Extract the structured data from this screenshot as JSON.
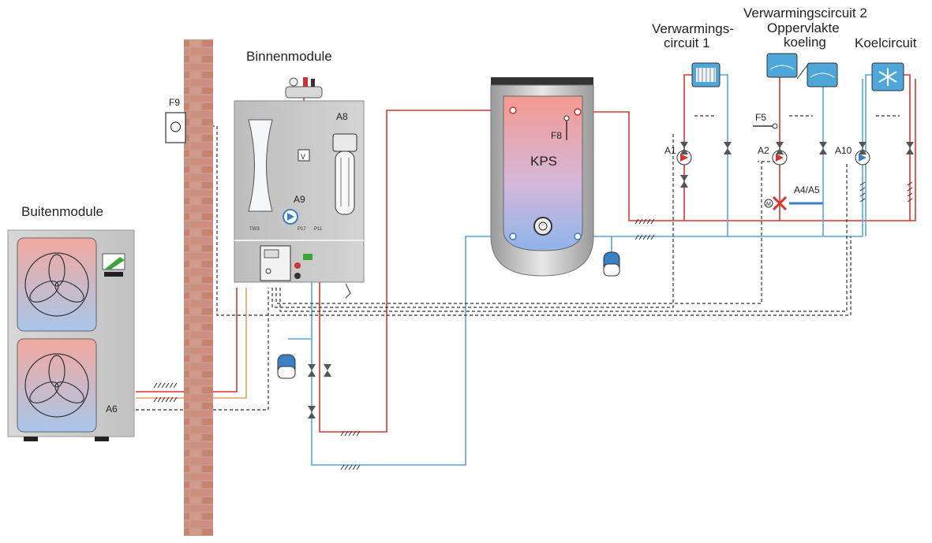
{
  "labels": {
    "buitenmodule": "Buitenmodule",
    "binnenmodule": "Binnenmodule",
    "f9": "F9",
    "a8": "A8",
    "a9": "A9",
    "a6": "A6",
    "kps": "KPS",
    "f8": "F8",
    "f5": "F5",
    "a1": "A1",
    "a2": "A2",
    "a10": "A10",
    "a4a5": "A4/A5",
    "vc1_line1": "Verwarmings-",
    "vc1_line2": "circuit 1",
    "vc2_line1": "Verwarmingscircuit 2",
    "vc2_line2": "Oppervlakte",
    "vc2_line3": "koeling",
    "koel": "Koelcircuit",
    "v": "V",
    "m": "M",
    "tiny1": "TW3",
    "tiny2": "P17",
    "tiny3": "P11"
  },
  "colors": {
    "supply": "#d8362d",
    "return": "#5aa6d4",
    "signal": "#333333",
    "orange": "#e8a06a",
    "brick": "#c98d7c"
  }
}
